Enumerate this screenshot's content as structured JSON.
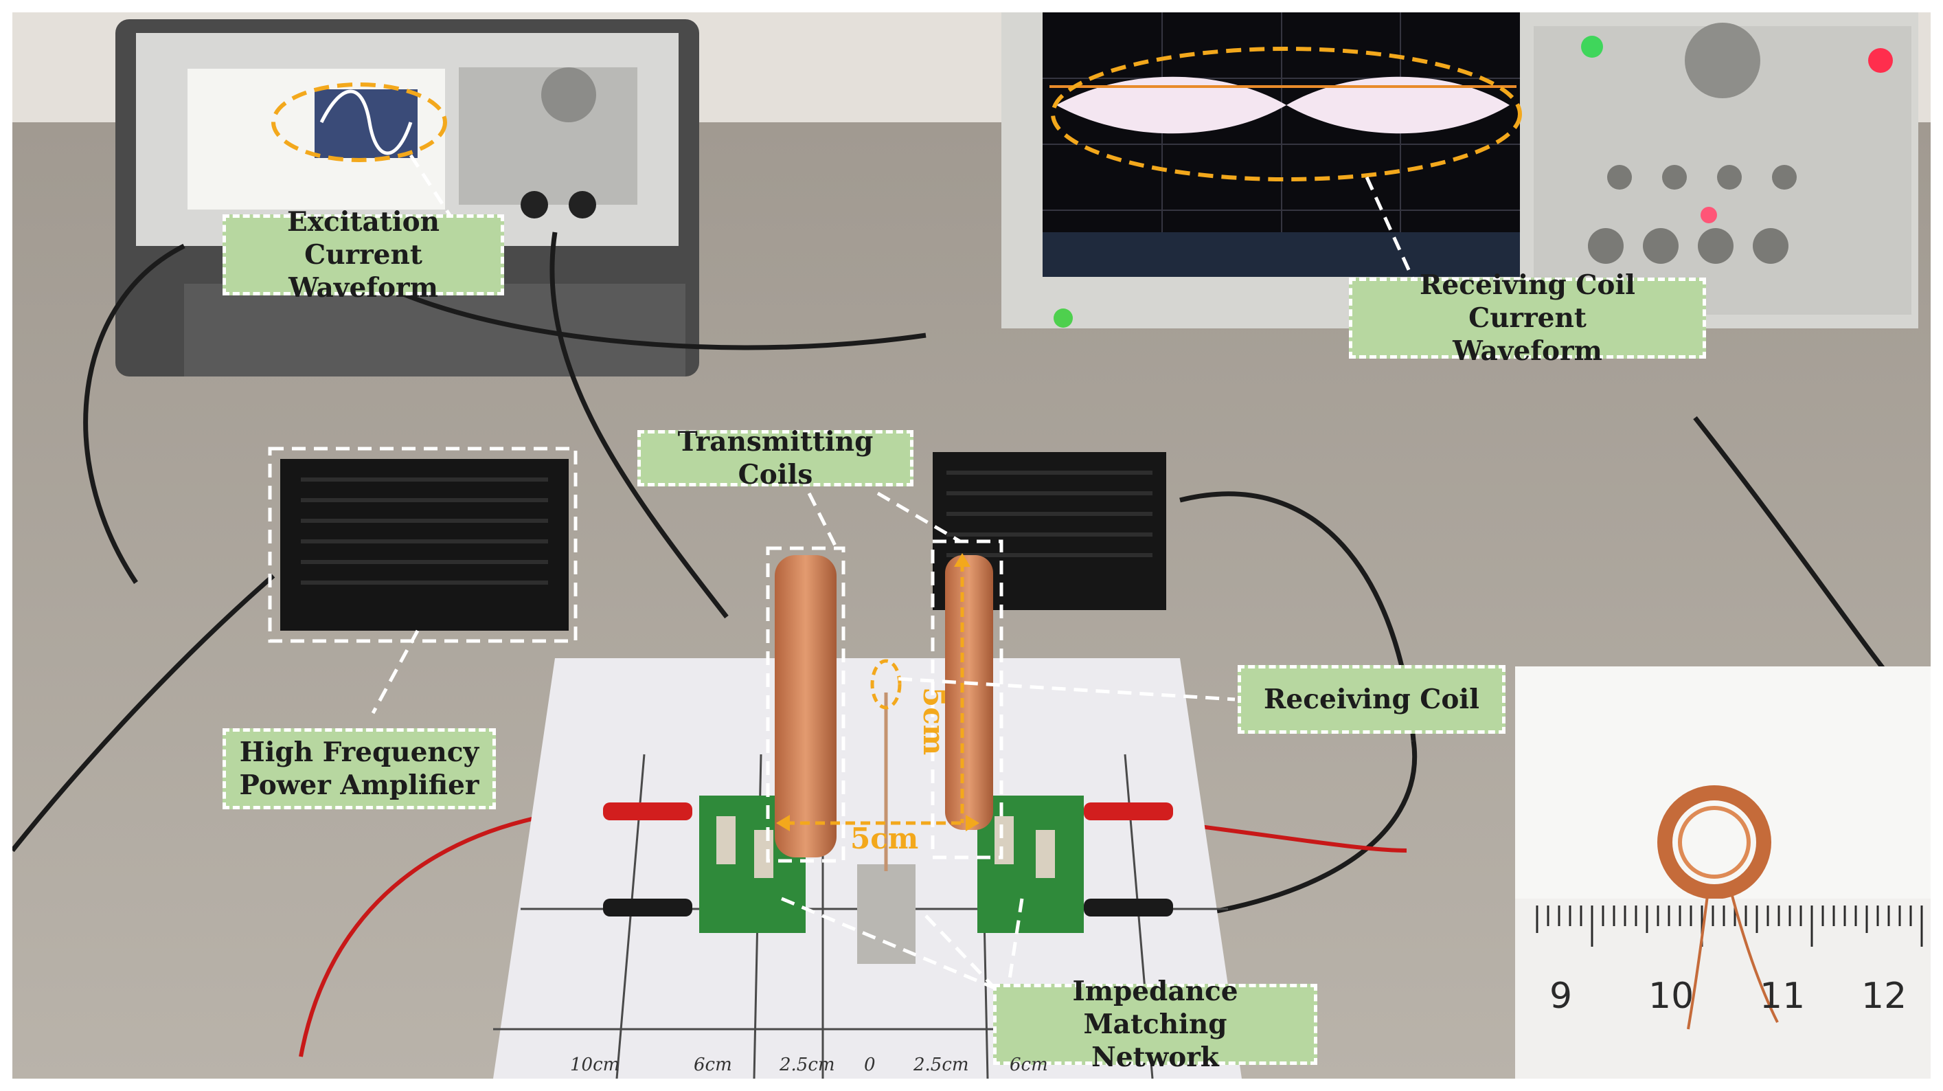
{
  "labels": {
    "excitation": "Excitation Current\nWaveform",
    "receiving_current": "Receiving Coil Current\nWaveform",
    "transmitting": "Transmitting Coils",
    "amplifier": "High Frequency\nPower Amplifier",
    "receiving_coil": "Receiving Coil",
    "impedance": "Impedance Matching\nNetwork"
  },
  "dimensions": {
    "horizontal": "5cm",
    "vertical": "5cm"
  },
  "ruler_numbers": [
    "9",
    "10",
    "11",
    "12"
  ],
  "paper_marks": [
    "10cm",
    "6cm",
    "2.5cm",
    "0",
    "2.5cm",
    "6cm"
  ],
  "colors": {
    "label_fill": "#b7d7a0",
    "highlight": "#f3a81c",
    "coil": "#c9734a"
  }
}
